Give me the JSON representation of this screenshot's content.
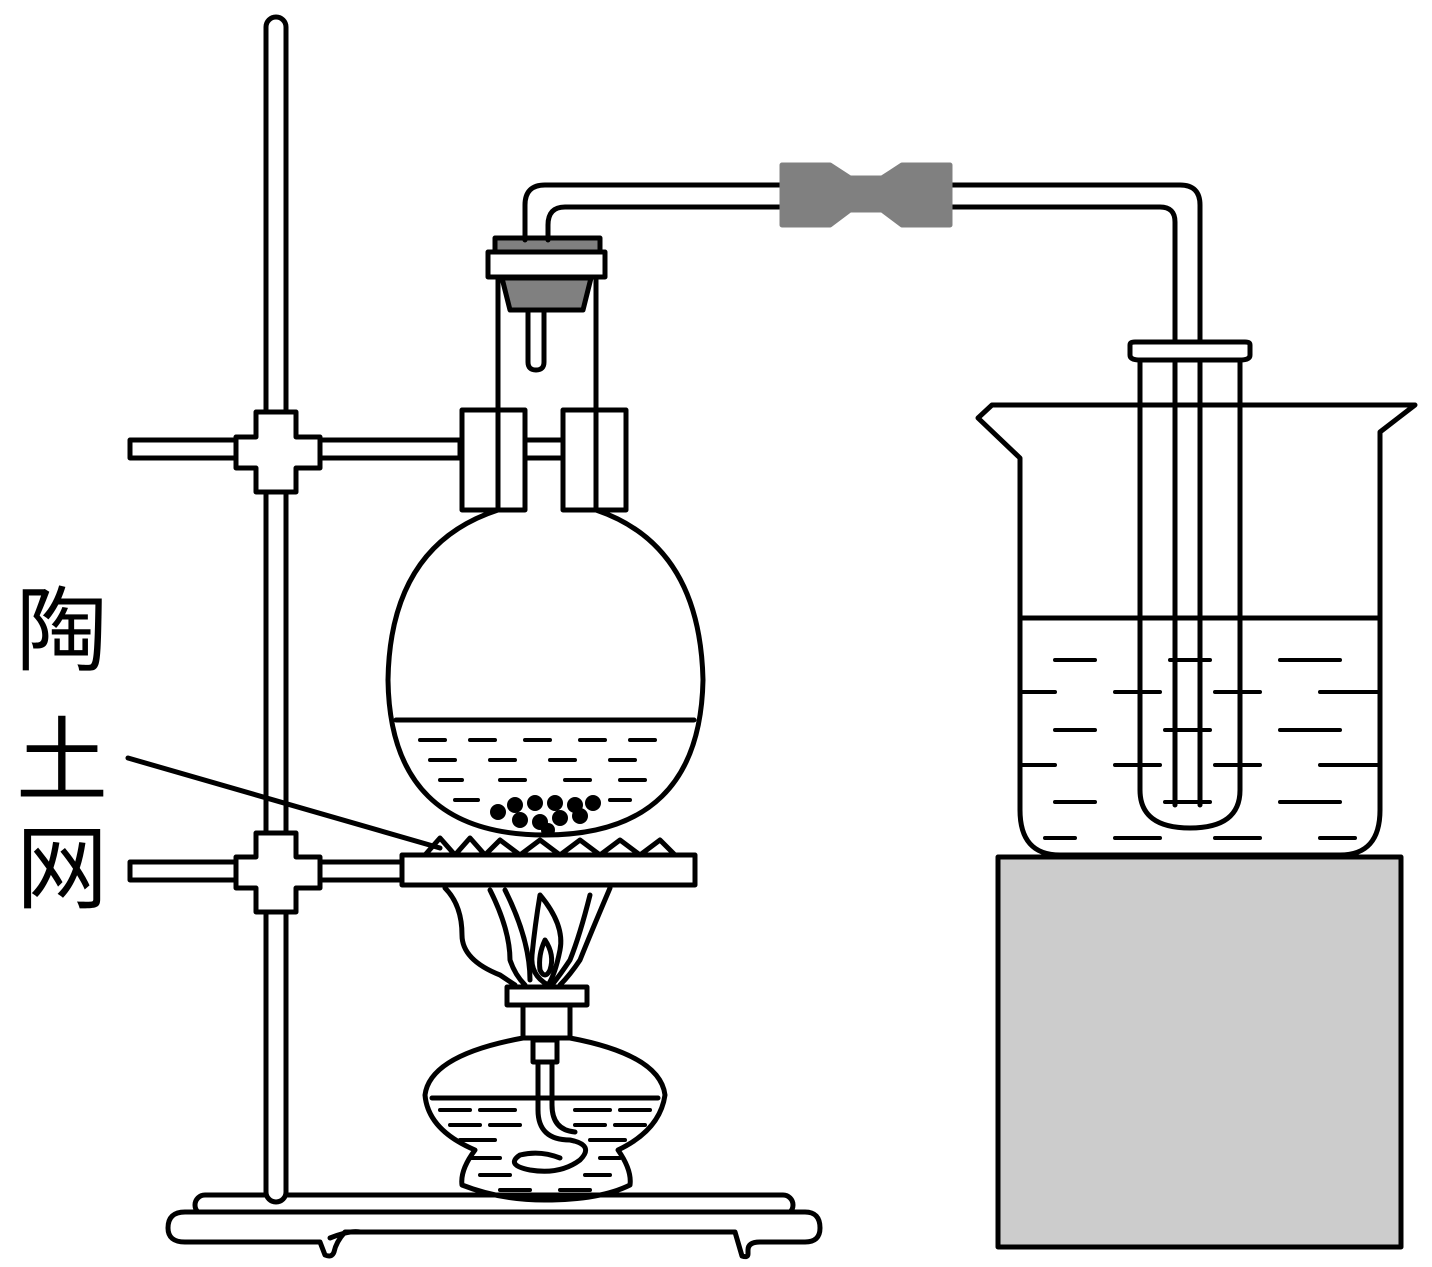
{
  "labels": {
    "gauze": {
      "chars": [
        "陶",
        "土",
        "网"
      ]
    }
  },
  "colors": {
    "stroke": "#000000",
    "rubber": "#808080",
    "block": "#cccccc",
    "background": "#ffffff"
  }
}
